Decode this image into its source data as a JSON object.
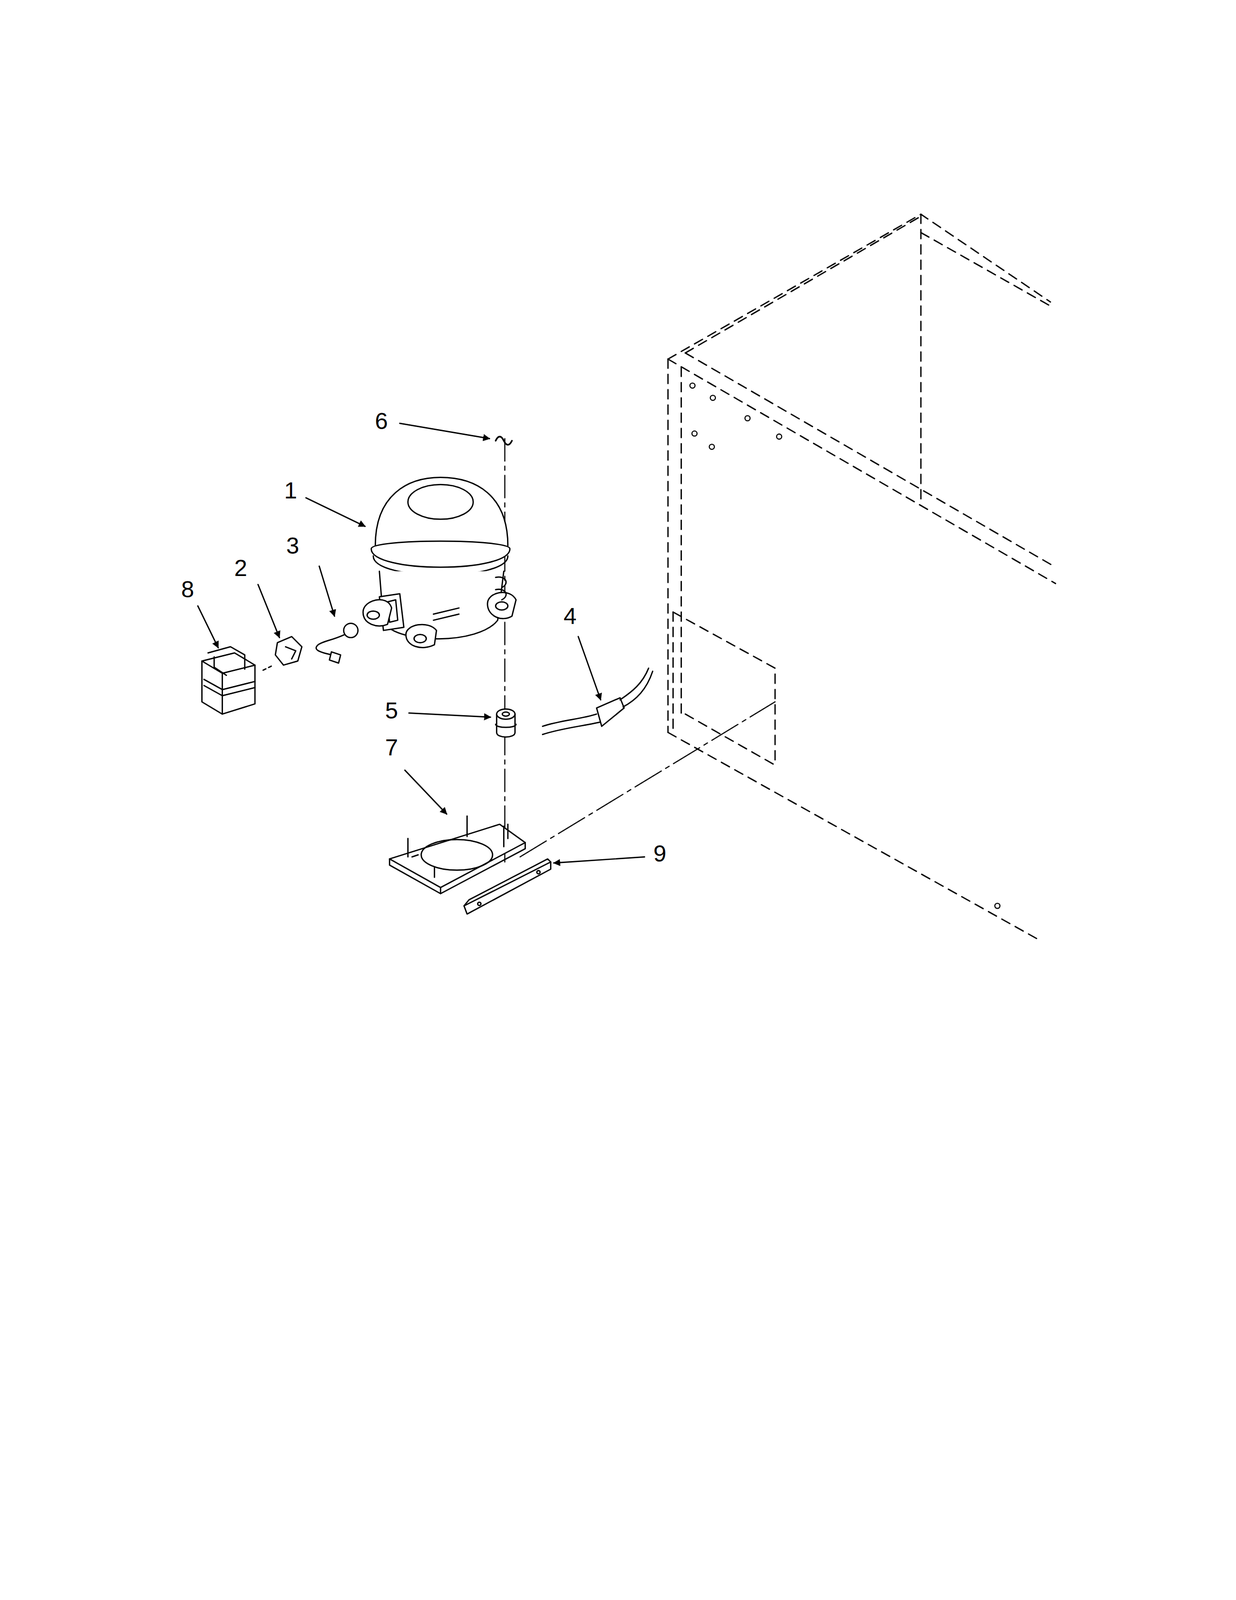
{
  "diagram": {
    "labels": [
      "6",
      "1",
      "3",
      "8",
      "2",
      "5",
      "4",
      "7",
      "9"
    ]
  }
}
